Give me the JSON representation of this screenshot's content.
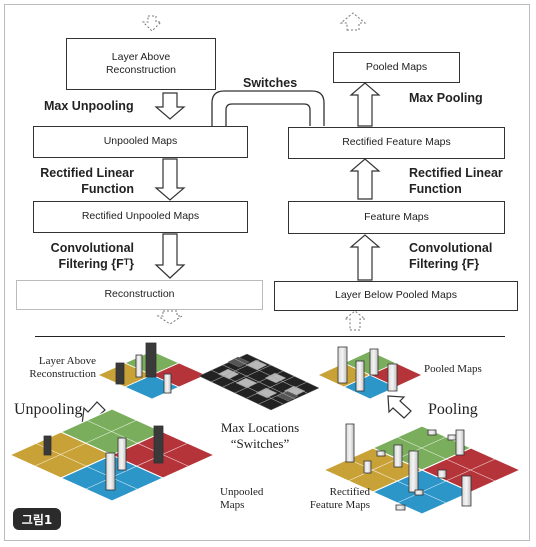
{
  "diagram": {
    "boxes": {
      "layer_above": "Layer Above\nReconstruction",
      "unpooled_maps": "Unpooled Maps",
      "rectified_unpooled": "Rectified Unpooled Maps",
      "reconstruction": "Reconstruction",
      "pooled_maps": "Pooled Maps",
      "rectified_feature": "Rectified Feature Maps",
      "feature_maps": "Feature Maps",
      "layer_below": "Layer Below Pooled Maps"
    },
    "labels": {
      "max_unpooling": "Max Unpooling",
      "switches": "Switches",
      "max_pooling": "Max Pooling",
      "relu_left": "Rectified Linear\nFunction",
      "relu_right": "Rectified Linear\nFunction",
      "conv_left": "Convolutional\nFiltering {Fᵀ}",
      "conv_right": "Convolutional\nFiltering {F}"
    }
  },
  "illustration": {
    "layer_above": "Layer Above\nReconstruction",
    "unpooling": "Unpooling",
    "max_locations": "Max Locations\n“Switches”",
    "pooled_maps": "Pooled Maps",
    "pooling": "Pooling",
    "unpooled_maps": "Unpooled\nMaps",
    "rectified_feature_maps": "Rectified\nFeature Maps"
  },
  "figure_tag": "그림1",
  "colors": {
    "yellow": "#c9a237",
    "green": "#7aae5c",
    "blue": "#2c96c9",
    "red": "#b5343a"
  }
}
